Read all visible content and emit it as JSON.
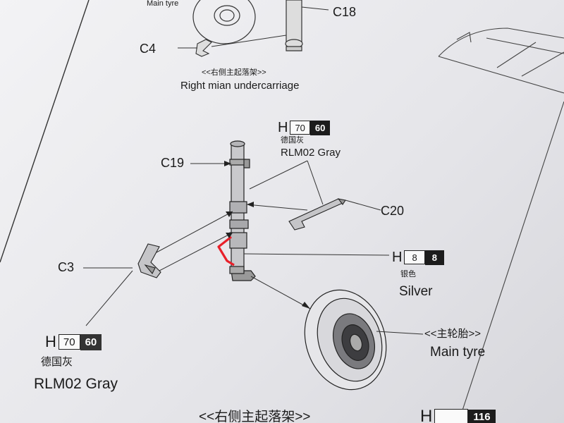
{
  "labels": {
    "main_tyre_top": "Main tyre",
    "c18": "C18",
    "c4": "C4",
    "right_main_cn": "<<右侧主起落架>>",
    "right_main_en": "Right mian undercarriage",
    "c19": "C19",
    "c20": "C20",
    "c3": "C3",
    "main_tyre_cn": "<<主轮胎>>",
    "main_tyre_en": "Main tyre",
    "bottom_heading_cn": "<<右侧主起落架>>"
  },
  "paint_codes": [
    {
      "id": "top",
      "prefix": "H",
      "code": "70",
      "alt": "60",
      "name_cn": "德国灰",
      "name_en": "RLM02 Gray"
    },
    {
      "id": "silver",
      "prefix": "H",
      "code": "8",
      "alt": "8",
      "name_cn": "银色",
      "name_en": "Silver"
    },
    {
      "id": "left",
      "prefix": "H",
      "code": "70",
      "alt": "60",
      "name_cn": "德国灰",
      "name_en": "RLM02 Gray"
    },
    {
      "id": "bottom",
      "prefix": "H",
      "code": "",
      "alt": "116"
    }
  ],
  "colors": {
    "ink": "#1a1a1a",
    "paper": "#ececef",
    "marker": "#e8202a"
  }
}
